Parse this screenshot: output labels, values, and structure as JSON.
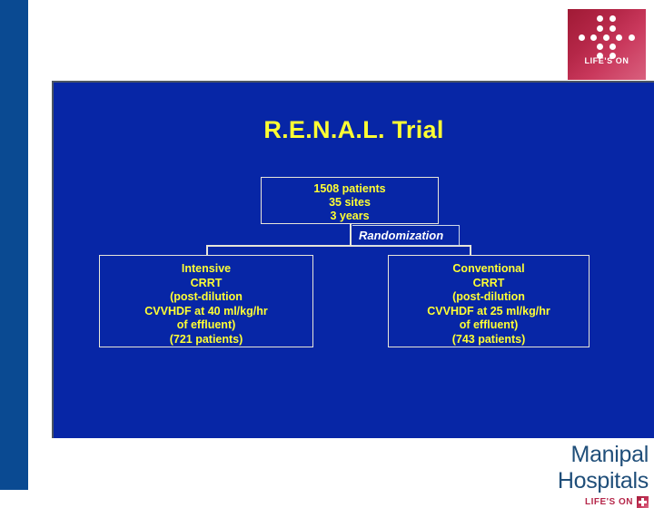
{
  "left_strip": {
    "color": "#0a4a92"
  },
  "corner_logo": {
    "name": "lifes-on-logo",
    "tagline": "LIFE'S ON",
    "color": "#b52748"
  },
  "slide": {
    "background_color": "#0726a6",
    "title": "R.E.N.A.L. Trial",
    "title_color": "#ffff33",
    "diagram": {
      "enrollment_box": {
        "lines": [
          "1508 patients",
          "35 sites",
          "3 years"
        ]
      },
      "randomization_label": "Randomization",
      "arms": [
        {
          "name": "intensive-arm",
          "lines": [
            "Intensive",
            "CRRT",
            "(post-dilution",
            "CVVHDF at 40 ml/kg/hr",
            "of effluent)",
            "(721 patients)"
          ]
        },
        {
          "name": "conventional-arm",
          "lines": [
            "Conventional",
            "CRRT",
            "(post-dilution",
            "CVVHDF at 25 ml/kg/hr",
            "of effluent)",
            "(743 patients)"
          ]
        }
      ]
    }
  },
  "brand": {
    "name": "Manipal Hospitals",
    "tagline": "LIFE'S ON",
    "name_color": "#1f4e79",
    "tagline_color": "#b5274a"
  }
}
